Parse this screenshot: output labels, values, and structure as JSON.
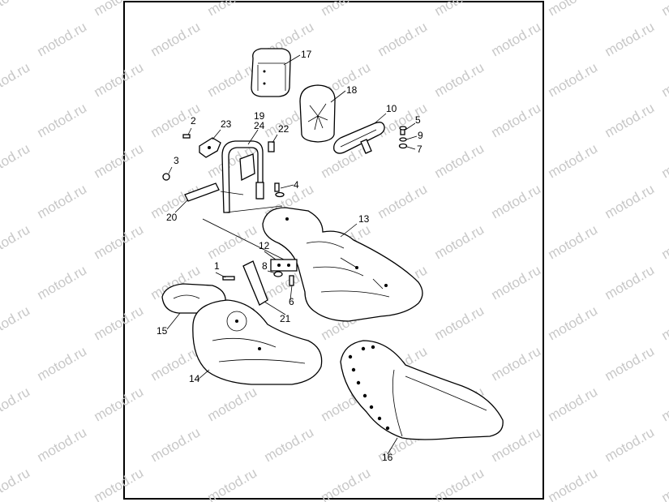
{
  "watermark": "motod.ru",
  "callouts": [
    {
      "id": "c1",
      "label": "1"
    },
    {
      "id": "c2",
      "label": "2"
    },
    {
      "id": "c3",
      "label": "3"
    },
    {
      "id": "c4",
      "label": "4"
    },
    {
      "id": "c5",
      "label": "5"
    },
    {
      "id": "c6",
      "label": "6"
    },
    {
      "id": "c7",
      "label": "7"
    },
    {
      "id": "c8",
      "label": "8"
    },
    {
      "id": "c9",
      "label": "9"
    },
    {
      "id": "c10",
      "label": "10"
    },
    {
      "id": "c12",
      "label": "12"
    },
    {
      "id": "c13",
      "label": "13"
    },
    {
      "id": "c14",
      "label": "14"
    },
    {
      "id": "c15",
      "label": "15"
    },
    {
      "id": "c16",
      "label": "16"
    },
    {
      "id": "c17",
      "label": "17"
    },
    {
      "id": "c18",
      "label": "18"
    },
    {
      "id": "c19",
      "label": "19"
    },
    {
      "id": "c20",
      "label": "20"
    },
    {
      "id": "c21",
      "label": "21"
    },
    {
      "id": "c22",
      "label": "22"
    },
    {
      "id": "c23",
      "label": "23"
    },
    {
      "id": "c24",
      "label": "24"
    }
  ]
}
